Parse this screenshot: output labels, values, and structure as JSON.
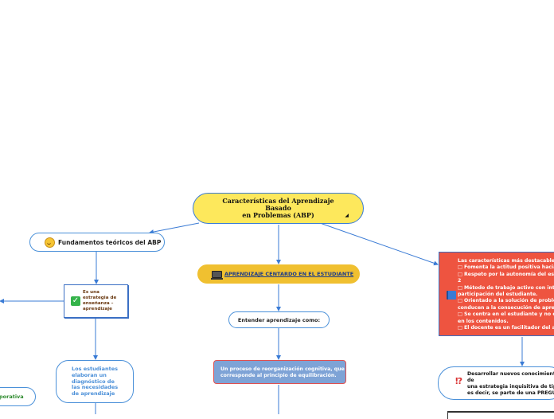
{
  "root": {
    "title_lines": [
      "Características del Aprendizaje",
      "Basado",
      "en Problemas (ABP)"
    ]
  },
  "fundamentos": {
    "label": "Fundamentos teóricos del ABP",
    "icon": "grinning-face-icon"
  },
  "estrategia": {
    "lines": [
      "Es una",
      "estrategia de",
      "enseñanza –",
      "aprendizaje"
    ],
    "icon": "check-mark-icon"
  },
  "estudiantes": {
    "lines": [
      "Los estudiantes",
      "elaboran un",
      "diagnóstico de",
      "las necesidades",
      "de aprendizaje"
    ]
  },
  "colaborativa": {
    "label": "porativa"
  },
  "centrado": {
    "label": "APRENDIZAJE CENTARDO EN EL ESTUDIANTE",
    "icon": "laptop-icon"
  },
  "entender": {
    "label": "Entender aprendizaje como:"
  },
  "proceso": {
    "lines": [
      "Un proceso de reorganización cognitiva, que",
      "corresponde al principio de equilibración."
    ]
  },
  "caracteristicas": {
    "icon": "book-icon",
    "lines": [
      "Las características más destacables",
      "□ Fomenta la actitud positiva hacia",
      "□ Respeto por la autonomía del estu",
      "2",
      "□ Método de trabajo activo con inte",
      "participación del estudiante.",
      "□ Orientado a la solución de problem",
      "conducen a la consecución de apren",
      "□ Se centra en el estudiante y no en",
      "en los contenidos.",
      "□ El docente es un facilitador del ap"
    ]
  },
  "desarrollar": {
    "icon": "interrobang-icon",
    "icon_glyph": "⁉",
    "lines": [
      "Desarrollar nuevos conocimientos",
      "de",
      "una estrategia inquisitiva de tipo",
      "es decir, se parte de una PREGUN"
    ]
  },
  "colors": {
    "root_fill": "#fde85c",
    "connector": "#3a7bd5",
    "centrado_fill": "#f0c030",
    "caracteristicas_fill": "#ee5440",
    "proceso_fill": "#7ea3d6"
  }
}
